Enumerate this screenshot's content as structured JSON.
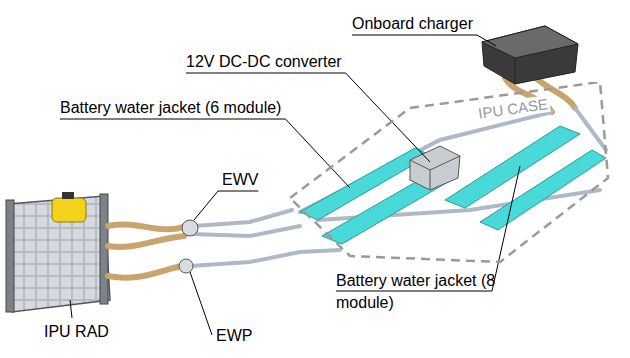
{
  "diagram": {
    "nodes": [
      {
        "text": [
          "IPU CASE"
        ]
      }
    ],
    "labels": [
      "Onboard charger",
      "12V DC-DC converter",
      "Battery water jacket (6 module)",
      "EWV",
      "Battery water jacket (8 module)",
      "IPU RAD",
      "EWP"
    ]
  }
}
